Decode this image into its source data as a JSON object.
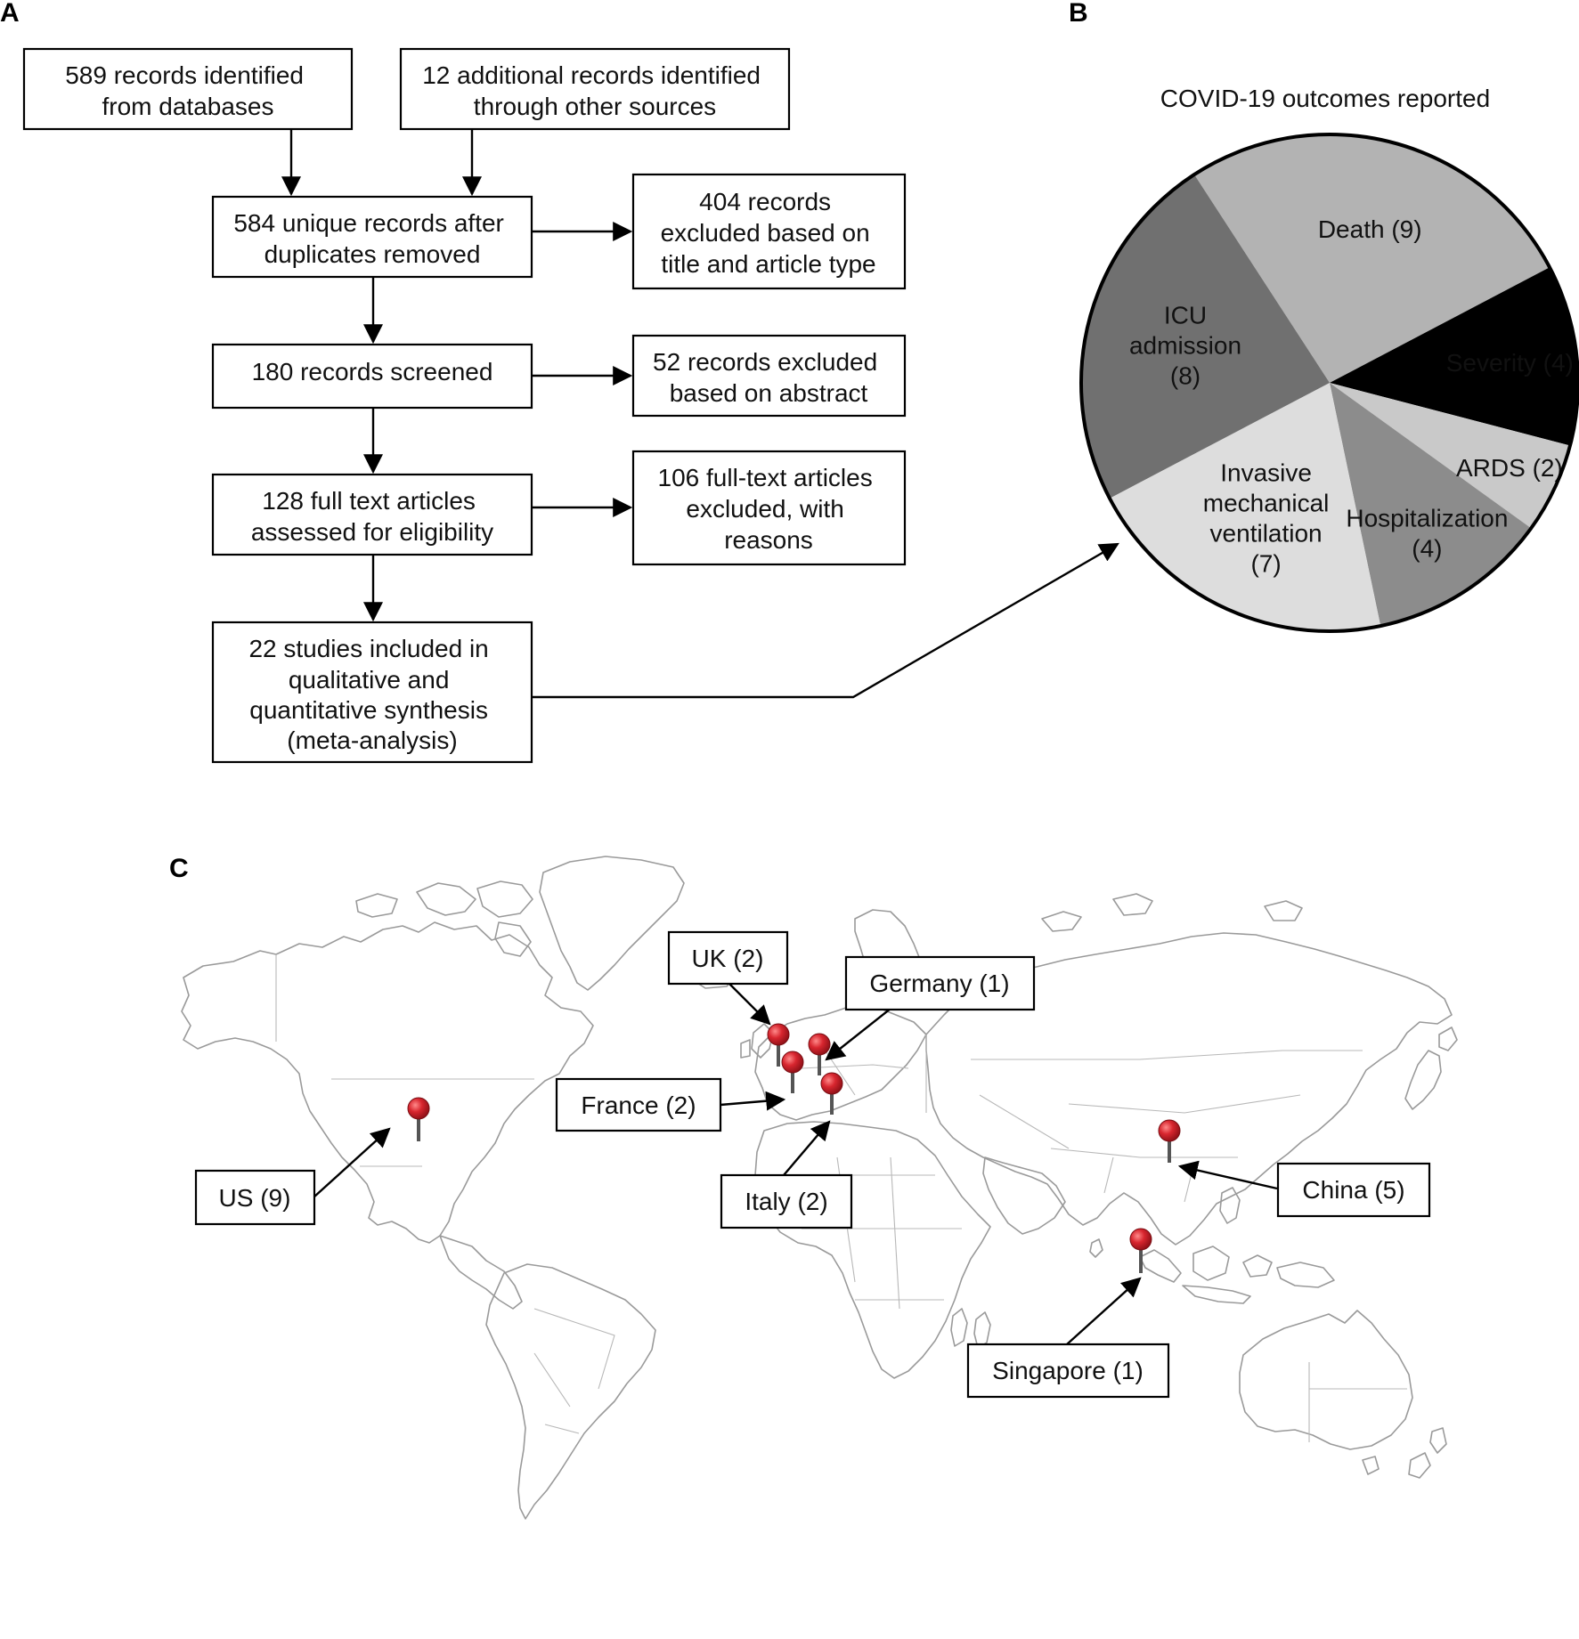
{
  "panels": {
    "a": "A",
    "b": "B",
    "c": "C"
  },
  "flow": {
    "identified_db": [
      "589 records identified",
      "from databases"
    ],
    "identified_other": [
      "12 additional records identified",
      "through other sources"
    ],
    "unique": [
      "584 unique records after",
      "duplicates removed"
    ],
    "excluded_title": [
      "404 records",
      "excluded based on",
      "title and article type"
    ],
    "screened": [
      "180 records screened"
    ],
    "excluded_abstract": [
      "52 records excluded",
      "based on abstract"
    ],
    "fulltext": [
      "128 full text articles",
      "assessed for eligibility"
    ],
    "excluded_fulltext": [
      "106 full-text articles",
      "excluded, with",
      "reasons"
    ],
    "included": [
      "22 studies included in",
      "qualitative and",
      "quantitative synthesis",
      "(meta-analysis)"
    ]
  },
  "chart_data": {
    "type": "pie",
    "title": "COVID-19 outcomes reported",
    "slices": [
      {
        "label": "Death (9)",
        "value": 9,
        "color": "#b3b3b3",
        "text_color": "#111111",
        "lines": [
          "Death (9)"
        ]
      },
      {
        "label": "Severity (4)",
        "value": 4,
        "color": "#000000",
        "text_color": "#e6e6e6",
        "lines": [
          "Severity (4)"
        ]
      },
      {
        "label": "ARDS (2)",
        "value": 2,
        "color": "#c9c9c9",
        "text_color": "#111111",
        "lines": [
          "ARDS (2)"
        ]
      },
      {
        "label": "Hospitalization (4)",
        "value": 4,
        "color": "#8c8c8c",
        "text_color": "#111111",
        "lines": [
          "Hospitalization",
          "(4)"
        ]
      },
      {
        "label": "Invasive mechanical ventilation (7)",
        "value": 7,
        "color": "#dddddd",
        "text_color": "#111111",
        "lines": [
          "Invasive",
          "mechanical",
          "ventilation",
          "(7)"
        ]
      },
      {
        "label": "ICU admission (8)",
        "value": 8,
        "color": "#707070",
        "text_color": "#111111",
        "lines": [
          "ICU",
          "admission",
          "(8)"
        ]
      }
    ]
  },
  "map": {
    "pin_color": "#c8202a",
    "locations": [
      {
        "name": "us",
        "label": "US (9)"
      },
      {
        "name": "uk",
        "label": "UK (2)"
      },
      {
        "name": "germany",
        "label": "Germany (1)"
      },
      {
        "name": "france",
        "label": "France (2)"
      },
      {
        "name": "italy",
        "label": "Italy (2)"
      },
      {
        "name": "china",
        "label": "China (5)"
      },
      {
        "name": "singapore",
        "label": "Singapore (1)"
      }
    ]
  }
}
